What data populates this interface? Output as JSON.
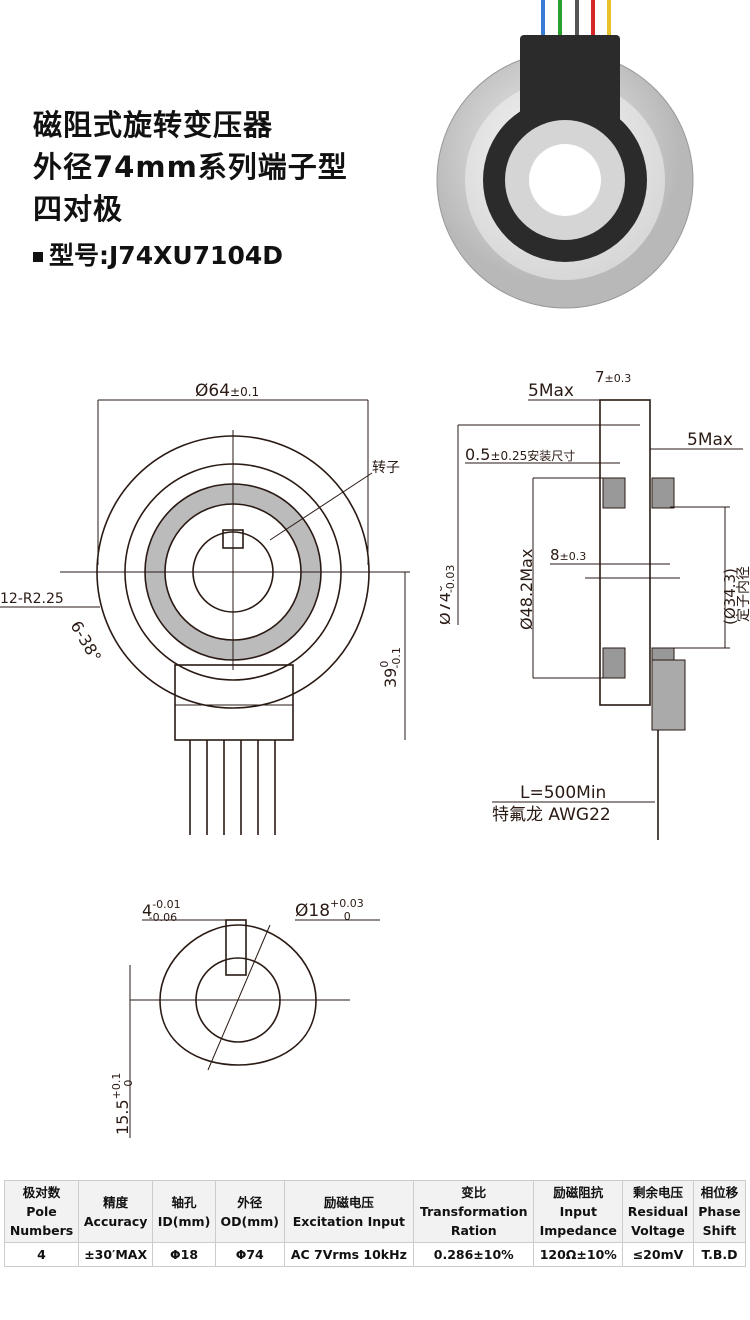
{
  "header": {
    "title_lines": [
      "磁阻式旋转变压器",
      "外径74mm系列端子型",
      "四对极"
    ],
    "model": "型号:J74XU7104D"
  },
  "front_view": {
    "od": "Ø64",
    "od_tol": "±0.1",
    "rotor": "转子",
    "holes": "12-R2.25",
    "angle": "6-38°",
    "height": "39",
    "height_tol_up": "0",
    "height_tol_low": "-0.1"
  },
  "side_view": {
    "width": "7",
    "width_tol": "±0.3",
    "max_left": "5Max",
    "max_right": "5Max",
    "mount": "0.5",
    "mount_tol": "±0.25安装尺寸",
    "od": "Ø74",
    "od_tol_up": "0",
    "od_tol_low": "-0.03",
    "max_dia": "Ø48.2Max",
    "inner": "8",
    "inner_tol": "±0.3",
    "stator_id": "(Ø34.3)",
    "stator_label": "定子内径",
    "lead_length": "L=500Min",
    "wire": "特氟龙 AWG22"
  },
  "shaft_view": {
    "key": "4",
    "key_tol_up": "-0.01",
    "key_tol_low": "-0.06",
    "bore": "Ø18",
    "bore_tol_up": "+0.03",
    "bore_tol_low": "0",
    "depth": "15.5",
    "depth_tol_up": "+0.1",
    "depth_tol_low": "0"
  },
  "spec_table": {
    "headers": [
      [
        "极对数",
        "Pole",
        "Numbers"
      ],
      [
        "精度",
        "Accuracy"
      ],
      [
        "轴孔",
        "ID(mm)"
      ],
      [
        "外径",
        "OD(mm)"
      ],
      [
        "励磁电压",
        "Excitation Input"
      ],
      [
        "变比",
        "Transformation",
        "Ration"
      ],
      [
        "励磁阻抗",
        "Input",
        "Impedance"
      ],
      [
        "剩余电压",
        "Residual",
        "Voltage"
      ],
      [
        "相位移",
        "Phase",
        "Shift"
      ]
    ],
    "row": [
      "4",
      "±30′MAX",
      "Φ18",
      "Φ74",
      "AC 7Vrms 10kHz",
      "0.286±10%",
      "120Ω±10%",
      "≤20mV",
      "T.B.D"
    ]
  },
  "colors": {
    "line": "#2a1a14",
    "metal": "#c9c9c9",
    "housing": "#2b2b2b"
  }
}
